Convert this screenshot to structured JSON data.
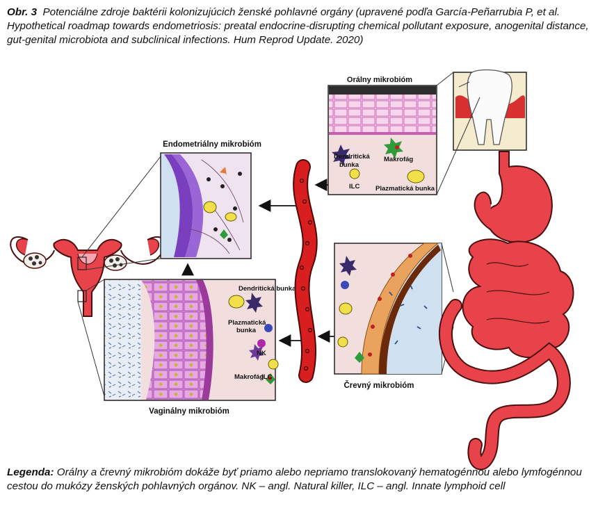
{
  "caption": {
    "prefix": "Obr. 3",
    "text": "Potenciálne zdroje baktérii kolonizujúcich ženské pohlavné orgány (upravené podľa García-Peñarrubia P, et al. Hypothetical roadmap towards endometriosis: preatal endocrine-disrupting chemical pollutant exposure, anogenital distance, gut-genital microbiota and subclinical infections. Hum Reprod Update. 2020)"
  },
  "panels": {
    "oral": {
      "title": "Orálny mikrobióm",
      "dendritic": "Dendritická",
      "dendritic2": "bunka",
      "macrophage": "Makrofág",
      "ilc": "ILC",
      "plasma": "Plazmatická bunka"
    },
    "endometrial": {
      "title": "Endometriálny mikrobióm"
    },
    "intestinal": {
      "title": "Črevný mikrobióm"
    },
    "vaginal": {
      "title": "Vaginálny mikrobióm",
      "dendritic": "Dendritická bunka",
      "plasma": "Plazmatická",
      "plasma2": "bunka",
      "nk": "NK",
      "macrophage": "Makrofág",
      "ilc": "ILC"
    }
  },
  "legend": {
    "prefix": "Legenda:",
    "text": "Orálny a črevný mikrobióm dokáže byť priamo alebo nepriamo translokovaný hematogénnou alebo lymfogénnou cestou do mukózy ženských pohlavných orgánov. NK – angl. Natural killer, ILC – angl. Innate lymphoid cell"
  },
  "colors": {
    "organ_red": "#e8434a",
    "organ_outline": "#4a1010",
    "vessel": "#d81e1e",
    "panel_bg": "#f3dede",
    "epithelium": "#c66bc8",
    "endometrium": "#7a3fbf",
    "lumen_blue": "#cfe0f0"
  }
}
